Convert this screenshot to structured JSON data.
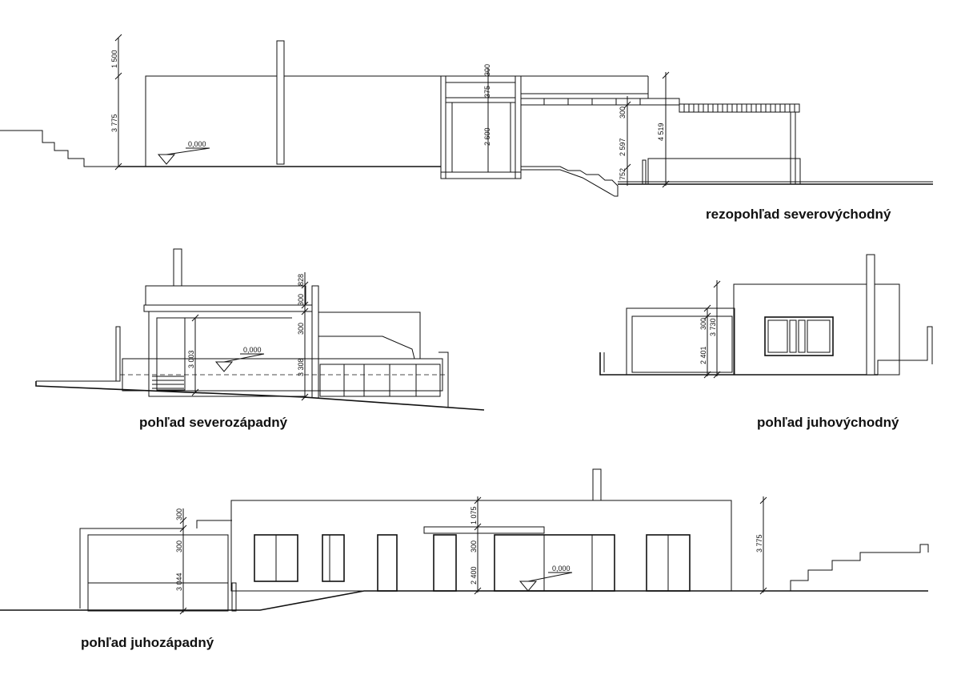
{
  "drawings": {
    "ne_section": {
      "title": "rezopohľad severovýchodný",
      "level": "0,000",
      "dims": [
        "1 500",
        "3 775",
        "300",
        "375",
        "2 600",
        "300",
        "2 597",
        "752",
        "4 519"
      ]
    },
    "nw_view": {
      "title": "pohľad severozápadný",
      "level": "0,000",
      "dims": [
        "828",
        "300",
        "300",
        "3 003",
        "3 308"
      ]
    },
    "se_view": {
      "title": "pohľad juhovýchodný",
      "dims": [
        "300",
        "3 730",
        "2 401"
      ]
    },
    "sw_view": {
      "title": "pohľad juhozápadný",
      "level": "0,000",
      "dims": [
        "300",
        "300",
        "3 044",
        "1 075",
        "300",
        "2 400",
        "3 775"
      ]
    }
  }
}
